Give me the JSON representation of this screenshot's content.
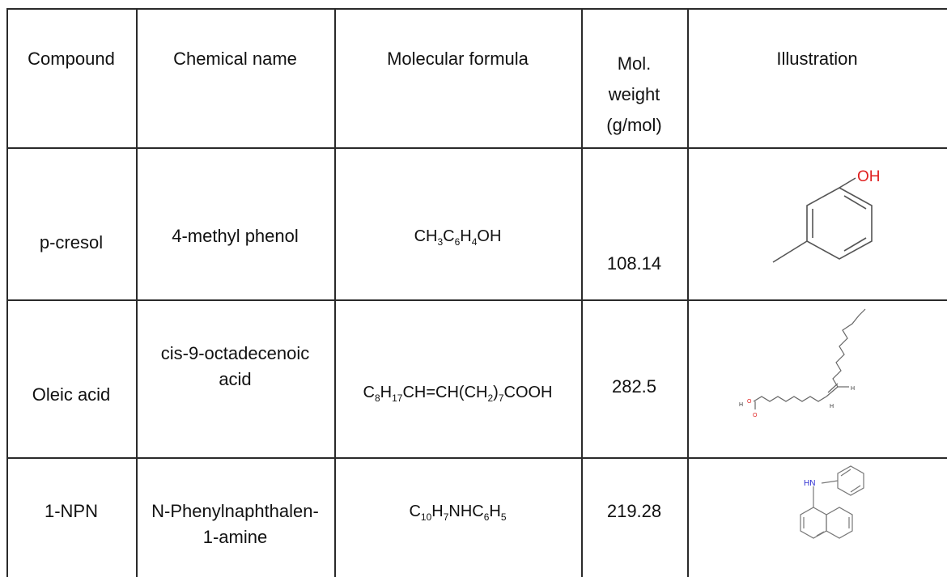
{
  "headers": {
    "compound": "Compound",
    "chemical_name": "Chemical name",
    "molecular_formula": "Molecular formula",
    "mol_weight_line1": "Mol.",
    "mol_weight_line2": "weight",
    "mol_weight_line3": "(g/mol)",
    "illustration": "Illustration"
  },
  "rows": [
    {
      "compound": "p-cresol",
      "chemical_name": "4-methyl phenol",
      "formula_parts": [
        "CH",
        "3",
        "C",
        "6",
        "H",
        "4",
        "OH"
      ],
      "mol_weight": "108.14",
      "illustration_labels": {
        "hydroxyl": "OH"
      }
    },
    {
      "compound": "Oleic acid",
      "chemical_name_line1": "cis-9-octadecenoic",
      "chemical_name_line2": "acid",
      "formula_parts": [
        "C",
        "8",
        "H",
        "17",
        "CH=CH(CH",
        "2",
        ")",
        "7",
        "COOH"
      ],
      "mol_weight": "282.5",
      "illustration_labels": {
        "h_left": "H",
        "o_top": "O",
        "o_bottom": "O",
        "h_right": "H",
        "h_bottom": "H"
      }
    },
    {
      "compound": "1-NPN",
      "chemical_name_line1": "N-Phenylnaphthalen-",
      "chemical_name_line2": "1-amine",
      "formula_parts": [
        "C",
        "10",
        "H",
        "7",
        "NHC",
        "6",
        "H",
        "5"
      ],
      "mol_weight": "219.28",
      "illustration_labels": {
        "amine": "HN"
      }
    }
  ],
  "colors": {
    "grid": "#2a2a2a",
    "oxygen": "#e02020",
    "nitrogen": "#2a2ad0",
    "bond": "#555555"
  }
}
